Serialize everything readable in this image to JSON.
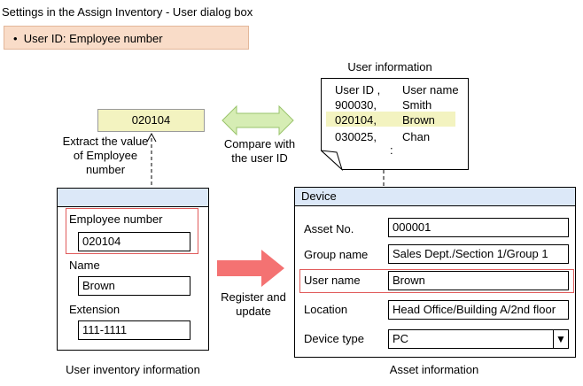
{
  "title": "Settings in the Assign Inventory - User dialog box",
  "callout": {
    "bullet": "•",
    "text": "User ID: Employee number"
  },
  "employee_value": "020104",
  "extract_caption": [
    "Extract the value",
    "of Employee",
    "number"
  ],
  "compare_caption": [
    "Compare with",
    "the user ID"
  ],
  "register_caption": [
    "Register and",
    "update"
  ],
  "user_information": {
    "title": "User information",
    "rows": [
      {
        "id": "User ID ,",
        "name": "User name",
        "highlight": false
      },
      {
        "id": "900030,",
        "name": "Smith",
        "highlight": false
      },
      {
        "id": "020104,",
        "name": "Brown",
        "highlight": true
      },
      {
        "id": "030025,",
        "name": "Chan",
        "highlight": false
      }
    ],
    "ellipsis": ":"
  },
  "user_inventory": {
    "caption": "User inventory information",
    "fields": [
      {
        "label": "Employee number",
        "value": "020104"
      },
      {
        "label": "Name",
        "value": "Brown"
      },
      {
        "label": "Extension",
        "value": "111-1111"
      }
    ]
  },
  "asset": {
    "caption": "Asset information",
    "header": "Device",
    "fields": [
      {
        "label": "Asset No.",
        "value": "000001"
      },
      {
        "label": "Group name",
        "value": "Sales Dept./Section 1/Group 1"
      },
      {
        "label": "User name",
        "value": "Brown"
      },
      {
        "label": "Location",
        "value": "Head Office/Building A/2nd floor"
      },
      {
        "label": "Device type",
        "value": "PC"
      }
    ],
    "dropdown_glyph": "▼"
  },
  "colors": {
    "highlight": "#f3f3c0",
    "callout": "#f9dcc8",
    "panel_header": "#dce8f8",
    "compare_arrow": "#d6edb4",
    "register_arrow": "#f47272",
    "red_outline": "#e05a5a"
  }
}
